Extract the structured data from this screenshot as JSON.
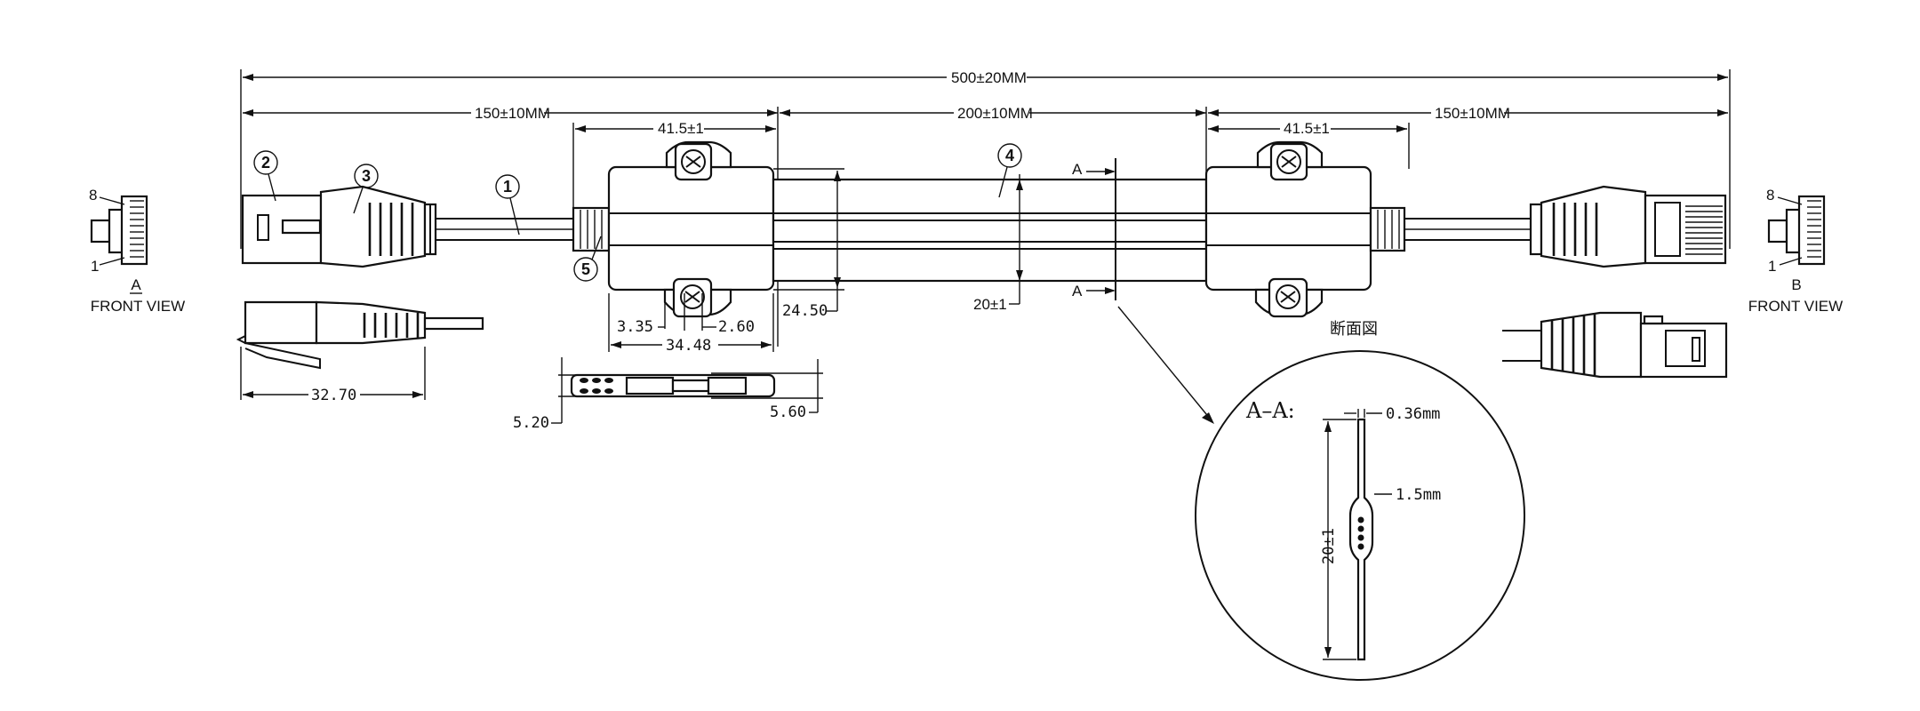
{
  "dimensions": {
    "overall": "500±20MM",
    "left_segment": "150±10MM",
    "middle_segment": "200±10MM",
    "right_segment": "150±10MM",
    "box_left_width": "41.5±1",
    "box_right_width": "41.5±1",
    "plug_length": "32.70",
    "clip_3_35": "3.35",
    "clip_2_60": "2.60",
    "clip_span": "34.48",
    "box_height": "24.50",
    "cable_width": "20±1",
    "side_5_20": "5.20",
    "side_5_60": "5.60"
  },
  "callouts": [
    "1",
    "2",
    "3",
    "4",
    "5"
  ],
  "views": {
    "a_letter": "A",
    "a_label": "FRONT VIEW",
    "b_letter": "B",
    "b_label": "FRONT VIEW",
    "pin_8": "8",
    "pin_1": "1"
  },
  "section": {
    "marker": "A",
    "caption": "断面図",
    "title": "A–A:",
    "thickness": "0.36mm",
    "bulge": "1.5mm",
    "width": "20±1"
  }
}
